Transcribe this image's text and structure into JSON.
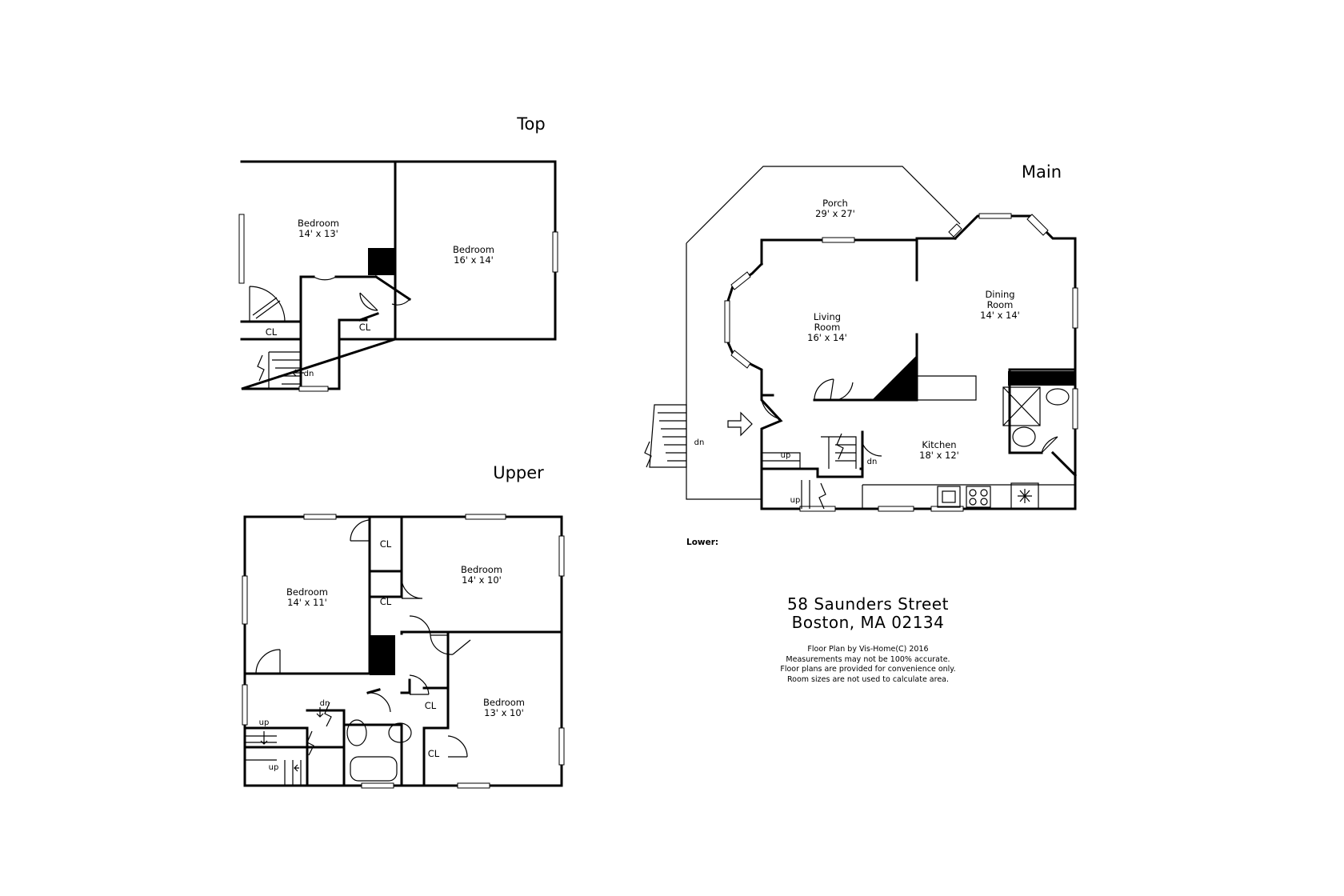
{
  "floors": {
    "top": {
      "title": "Top",
      "rooms": [
        {
          "name": "Bedroom",
          "size": "14' x 13'"
        },
        {
          "name": "Bedroom",
          "size": "16' x 14'"
        }
      ],
      "closets": [
        "CL",
        "CL"
      ],
      "stair": "dn"
    },
    "upper": {
      "title": "Upper",
      "rooms": [
        {
          "name": "Bedroom",
          "size": "14' x 11'"
        },
        {
          "name": "Bedroom",
          "size": "14' x 10'"
        },
        {
          "name": "Bedroom",
          "size": "13' x 10'"
        }
      ],
      "closets": [
        "CL",
        "CL",
        "CL",
        "CL"
      ],
      "stairs": [
        "up",
        "up",
        "dn"
      ]
    },
    "main": {
      "title": "Main",
      "porch": {
        "name": "Porch",
        "size": "29' x 27'"
      },
      "living": {
        "name1": "Living",
        "name2": "Room",
        "size": "16' x 14'"
      },
      "dining": {
        "name1": "Dining",
        "name2": "Room",
        "size": "14' x 14'"
      },
      "kitchen": {
        "name": "Kitchen",
        "size": "18' x 12'"
      },
      "stairs": [
        "dn",
        "up",
        "up",
        "dn"
      ]
    },
    "lower": {
      "title": "Lower:"
    }
  },
  "address": {
    "line1": "58 Saunders Street",
    "line2": "Boston, MA 02134"
  },
  "notes": [
    "Floor Plan by Vis-Home(C) 2016",
    "Measurements may not be 100% accurate.",
    "Floor plans are provided for convenience only.",
    "Room sizes are not used to calculate area."
  ]
}
